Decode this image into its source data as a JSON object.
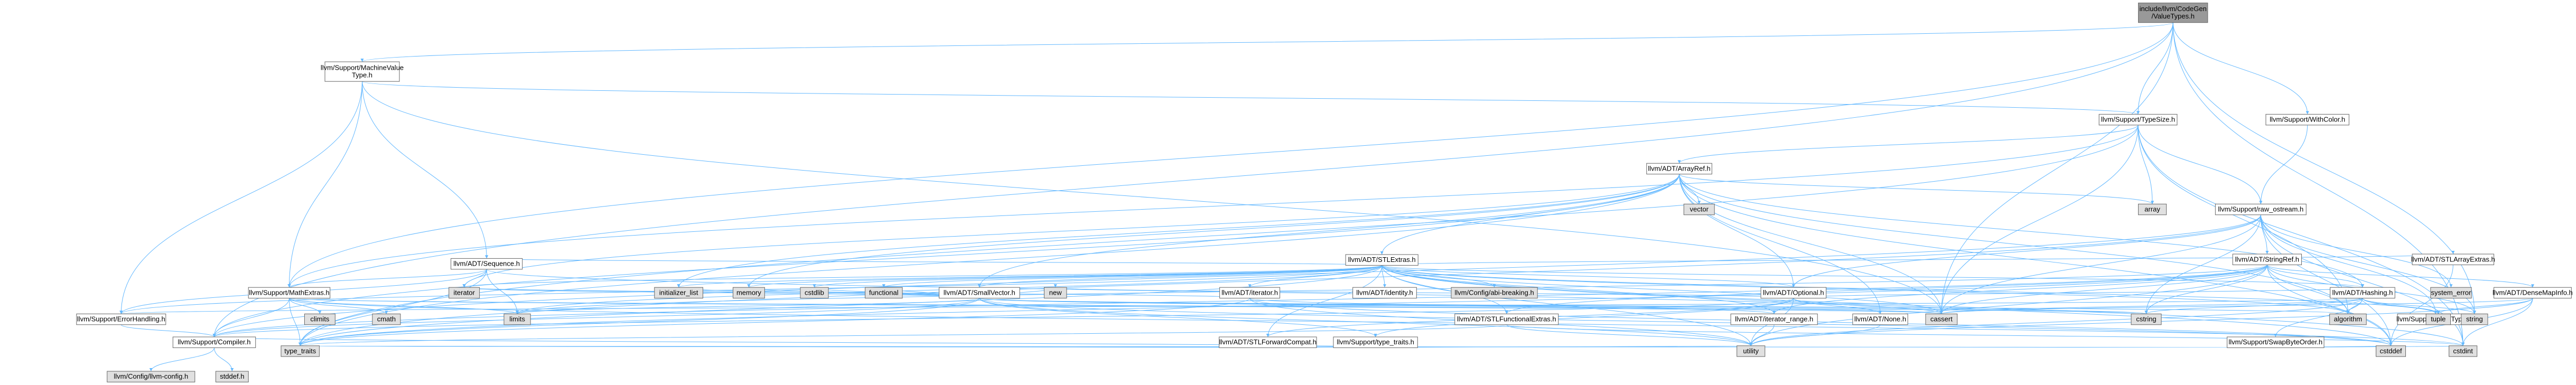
{
  "diagram": {
    "nodes": [
      {
        "id": "root",
        "lines": [
          "include/llvm/CodeGen",
          "/ValueTypes.h"
        ],
        "kind": "root"
      },
      {
        "id": "mvt",
        "lines": [
          "llvm/Support/MachineValue",
          "Type.h"
        ],
        "kind": "file"
      },
      {
        "id": "typesize",
        "lines": [
          "llvm/Support/TypeSize.h"
        ],
        "kind": "file"
      },
      {
        "id": "withcolor",
        "lines": [
          "llvm/Support/WithColor.h"
        ],
        "kind": "file"
      },
      {
        "id": "arrayref",
        "lines": [
          "llvm/ADT/ArrayRef.h"
        ],
        "kind": "file"
      },
      {
        "id": "vector",
        "lines": [
          "vector"
        ],
        "kind": "sys"
      },
      {
        "id": "array",
        "lines": [
          "array"
        ],
        "kind": "sys"
      },
      {
        "id": "rawostream",
        "lines": [
          "llvm/Support/raw_ostream.h"
        ],
        "kind": "file"
      },
      {
        "id": "stlextras",
        "lines": [
          "llvm/ADT/STLExtras.h"
        ],
        "kind": "file"
      },
      {
        "id": "sequence",
        "lines": [
          "llvm/ADT/Sequence.h"
        ],
        "kind": "file"
      },
      {
        "id": "smallvector",
        "lines": [
          "llvm/ADT/SmallVector.h"
        ],
        "kind": "file"
      },
      {
        "id": "iteratorh",
        "lines": [
          "llvm/ADT/iterator.h"
        ],
        "kind": "file"
      },
      {
        "id": "identity",
        "lines": [
          "llvm/ADT/identity.h"
        ],
        "kind": "file"
      },
      {
        "id": "abibreaking",
        "lines": [
          "llvm/Config/abi-breaking.h"
        ],
        "kind": "sys"
      },
      {
        "id": "optional",
        "lines": [
          "llvm/ADT/Optional.h"
        ],
        "kind": "file"
      },
      {
        "id": "stlarrayextras",
        "lines": [
          "llvm/ADT/STLArrayExtras.h"
        ],
        "kind": "file"
      },
      {
        "id": "stringref",
        "lines": [
          "llvm/ADT/StringRef.h"
        ],
        "kind": "file"
      },
      {
        "id": "systemerror",
        "lines": [
          "system_error"
        ],
        "kind": "sys"
      },
      {
        "id": "mathextras",
        "lines": [
          "llvm/Support/MathExtras.h"
        ],
        "kind": "file"
      },
      {
        "id": "iterator",
        "lines": [
          "iterator"
        ],
        "kind": "sys"
      },
      {
        "id": "initlist",
        "lines": [
          "initializer_list"
        ],
        "kind": "sys"
      },
      {
        "id": "memory",
        "lines": [
          "memory"
        ],
        "kind": "sys"
      },
      {
        "id": "cstdlib",
        "lines": [
          "cstdlib"
        ],
        "kind": "sys"
      },
      {
        "id": "functional",
        "lines": [
          "functional"
        ],
        "kind": "sys"
      },
      {
        "id": "new",
        "lines": [
          "new"
        ],
        "kind": "sys"
      },
      {
        "id": "stlfunc",
        "lines": [
          "llvm/ADT/STLFunctionalExtras.h"
        ],
        "kind": "file"
      },
      {
        "id": "iterrange",
        "lines": [
          "llvm/ADT/iterator_range.h"
        ],
        "kind": "file"
      },
      {
        "id": "noneh",
        "lines": [
          "llvm/ADT/None.h"
        ],
        "kind": "file"
      },
      {
        "id": "hashing",
        "lines": [
          "llvm/ADT/Hashing.h"
        ],
        "kind": "file"
      },
      {
        "id": "densemapinfo",
        "lines": [
          "llvm/ADT/DenseMapInfo.h"
        ],
        "kind": "file"
      },
      {
        "id": "errorhandling",
        "lines": [
          "llvm/Support/ErrorHandling.h"
        ],
        "kind": "file"
      },
      {
        "id": "climits",
        "lines": [
          "climits"
        ],
        "kind": "sys"
      },
      {
        "id": "cmath",
        "lines": [
          "cmath"
        ],
        "kind": "sys"
      },
      {
        "id": "limits",
        "lines": [
          "limits"
        ],
        "kind": "sys"
      },
      {
        "id": "stlforward",
        "lines": [
          "llvm/ADT/STLForwardCompat.h"
        ],
        "kind": "file"
      },
      {
        "id": "typetraitsh",
        "lines": [
          "llvm/Support/type_traits.h"
        ],
        "kind": "file"
      },
      {
        "id": "cassert",
        "lines": [
          "cassert"
        ],
        "kind": "sys"
      },
      {
        "id": "cstring",
        "lines": [
          "cstring"
        ],
        "kind": "sys"
      },
      {
        "id": "algorithm",
        "lines": [
          "algorithm"
        ],
        "kind": "sys"
      },
      {
        "id": "swapbyte",
        "lines": [
          "llvm/Support/SwapByteOrder.h"
        ],
        "kind": "file-red"
      },
      {
        "id": "datatypes",
        "lines": [
          "llvm/Support/DataTypes.h"
        ],
        "kind": "file-red"
      },
      {
        "id": "tuple",
        "lines": [
          "tuple"
        ],
        "kind": "sys"
      },
      {
        "id": "string",
        "lines": [
          "string"
        ],
        "kind": "sys"
      },
      {
        "id": "compiler",
        "lines": [
          "llvm/Support/Compiler.h"
        ],
        "kind": "file"
      },
      {
        "id": "typetraits",
        "lines": [
          "type_traits"
        ],
        "kind": "sys"
      },
      {
        "id": "utility",
        "lines": [
          "utility"
        ],
        "kind": "sys"
      },
      {
        "id": "cstddef",
        "lines": [
          "cstddef"
        ],
        "kind": "sys"
      },
      {
        "id": "cstdint",
        "lines": [
          "cstdint"
        ],
        "kind": "sys"
      },
      {
        "id": "llvmconfig",
        "lines": [
          "llvm/Config/llvm-config.h"
        ],
        "kind": "sys"
      },
      {
        "id": "stddef",
        "lines": [
          "stddef.h"
        ],
        "kind": "sys"
      }
    ],
    "edges": [
      [
        "root",
        "mvt"
      ],
      [
        "root",
        "typesize"
      ],
      [
        "root",
        "withcolor"
      ],
      [
        "root",
        "cassert"
      ],
      [
        "root",
        "cstdint"
      ],
      [
        "root",
        "string"
      ],
      [
        "root",
        "compiler"
      ],
      [
        "root",
        "mathextras"
      ],
      [
        "mvt",
        "sequence"
      ],
      [
        "mvt",
        "mathextras"
      ],
      [
        "mvt",
        "errorhandling"
      ],
      [
        "mvt",
        "typesize"
      ],
      [
        "mvt",
        "cassert"
      ],
      [
        "typesize",
        "arrayref"
      ],
      [
        "typesize",
        "mathextras"
      ],
      [
        "typesize",
        "rawostream"
      ],
      [
        "typesize",
        "algorithm"
      ],
      [
        "typesize",
        "array"
      ],
      [
        "typesize",
        "cassert"
      ],
      [
        "typesize",
        "cstdint"
      ],
      [
        "typesize",
        "typetraits"
      ],
      [
        "withcolor",
        "rawostream"
      ],
      [
        "arrayref",
        "stlextras"
      ],
      [
        "arrayref",
        "smallvector"
      ],
      [
        "arrayref",
        "compiler"
      ],
      [
        "arrayref",
        "vector"
      ],
      [
        "arrayref",
        "array"
      ],
      [
        "arrayref",
        "algorithm"
      ],
      [
        "arrayref",
        "cassert"
      ],
      [
        "arrayref",
        "cstddef"
      ],
      [
        "arrayref",
        "initlist"
      ],
      [
        "arrayref",
        "iterator"
      ],
      [
        "arrayref",
        "memory"
      ],
      [
        "arrayref",
        "typetraits"
      ],
      [
        "arrayref",
        "noneh"
      ],
      [
        "arrayref",
        "optional"
      ],
      [
        "arrayref",
        "hashing"
      ],
      [
        "rawostream",
        "stringref"
      ],
      [
        "rawostream",
        "compiler"
      ],
      [
        "rawostream",
        "dataty"
      ],
      [
        "rawostream",
        "cassert"
      ],
      [
        "rawostream",
        "cstddef"
      ],
      [
        "rawostream",
        "cstdint"
      ],
      [
        "rawostream",
        "cstring"
      ],
      [
        "rawostream",
        "string"
      ],
      [
        "rawostream",
        "systemerror"
      ],
      [
        "rawostream",
        "typetraits"
      ],
      [
        "rawostream",
        "optional"
      ],
      [
        "rawostream",
        "datatypes"
      ],
      [
        "stlextras",
        "sequence"
      ],
      [
        "stlextras",
        "smallvector"
      ],
      [
        "stlextras",
        "iteratorh"
      ],
      [
        "stlextras",
        "identity"
      ],
      [
        "stlextras",
        "abibreaking"
      ],
      [
        "stlextras",
        "optional"
      ],
      [
        "stlextras",
        "stlarrayextras"
      ],
      [
        "stlextras",
        "stlforward"
      ],
      [
        "stlextras",
        "stlfunc"
      ],
      [
        "stlextras",
        "iterrange"
      ],
      [
        "stlextras",
        "errorhandling"
      ],
      [
        "stlextras",
        "algorithm"
      ],
      [
        "stlextras",
        "cassert"
      ],
      [
        "stlextras",
        "cstddef"
      ],
      [
        "stlextras",
        "cstdint"
      ],
      [
        "stlextras",
        "cstdlib"
      ],
      [
        "stlextras",
        "functional"
      ],
      [
        "stlextras",
        "initlist"
      ],
      [
        "stlextras",
        "iterator"
      ],
      [
        "stlextras",
        "limits"
      ],
      [
        "stlextras",
        "memory"
      ],
      [
        "stlextras",
        "tuple"
      ],
      [
        "stlextras",
        "typetraits"
      ],
      [
        "stlextras",
        "utility"
      ],
      [
        "stlextras",
        "hashing"
      ],
      [
        "sequence",
        "mathextras"
      ],
      [
        "sequence",
        "cassert"
      ],
      [
        "sequence",
        "iterator"
      ],
      [
        "sequence",
        "limits"
      ],
      [
        "sequence",
        "typetraits"
      ],
      [
        "sequence",
        "errorhandling"
      ],
      [
        "smallvector",
        "compiler"
      ],
      [
        "smallvector",
        "typetraitsh"
      ],
      [
        "smallvector",
        "algorithm"
      ],
      [
        "smallvector",
        "cassert"
      ],
      [
        "smallvector",
        "cstddef"
      ],
      [
        "smallvector",
        "cstdlib"
      ],
      [
        "smallvector",
        "cstring"
      ],
      [
        "smallvector",
        "functional"
      ],
      [
        "smallvector",
        "initlist"
      ],
      [
        "smallvector",
        "iterator"
      ],
      [
        "smallvector",
        "limits"
      ],
      [
        "smallvector",
        "memory"
      ],
      [
        "smallvector",
        "new"
      ],
      [
        "smallvector",
        "typetraits"
      ],
      [
        "smallvector",
        "utility"
      ],
      [
        "iteratorh",
        "iterrange"
      ],
      [
        "iteratorh",
        "cstddef"
      ],
      [
        "iteratorh",
        "iterator"
      ],
      [
        "iteratorh",
        "typetraits"
      ],
      [
        "iteratorh",
        "utility"
      ],
      [
        "optional",
        "noneh"
      ],
      [
        "optional",
        "stlforward"
      ],
      [
        "optional",
        "compiler"
      ],
      [
        "optional",
        "typetraitsh"
      ],
      [
        "optional",
        "cassert"
      ],
      [
        "optional",
        "new"
      ],
      [
        "optional",
        "utility"
      ],
      [
        "optional",
        "hashing"
      ],
      [
        "stlarrayextras",
        "cstddef"
      ],
      [
        "stringref",
        "stlfunc"
      ],
      [
        "stringref",
        "iterrange"
      ],
      [
        "stringref",
        "compiler"
      ],
      [
        "stringref",
        "algorithm"
      ],
      [
        "stringref",
        "cassert"
      ],
      [
        "stringref",
        "cstddef"
      ],
      [
        "stringref",
        "cstring"
      ],
      [
        "stringref",
        "limits"
      ],
      [
        "stringref",
        "string"
      ],
      [
        "stringref",
        "typetraits"
      ],
      [
        "stringref",
        "utility"
      ],
      [
        "stringref",
        "densemapinfo"
      ],
      [
        "stringref",
        "hashing"
      ],
      [
        "mathextras",
        "compiler"
      ],
      [
        "mathextras",
        "cassert"
      ],
      [
        "mathextras",
        "climits"
      ],
      [
        "mathextras",
        "cmath"
      ],
      [
        "mathextras",
        "cstdint"
      ],
      [
        "mathextras",
        "cstring"
      ],
      [
        "mathextras",
        "limits"
      ],
      [
        "mathextras",
        "typetraits"
      ],
      [
        "stlfunc",
        "stlextras_none"
      ],
      [
        "stlfunc",
        "cstdint"
      ],
      [
        "stlfunc",
        "typetraits"
      ],
      [
        "stlfunc",
        "utility"
      ],
      [
        "iterrange",
        "utility"
      ],
      [
        "noneh",
        "utility"
      ],
      [
        "hashing",
        "errorhandling"
      ],
      [
        "hashing",
        "swapbyte"
      ],
      [
        "hashing",
        "datatypes"
      ],
      [
        "hashing",
        "algorithm"
      ],
      [
        "hashing",
        "cassert"
      ],
      [
        "hashing",
        "cstring"
      ],
      [
        "hashing",
        "string"
      ],
      [
        "hashing",
        "tuple"
      ],
      [
        "hashing",
        "utility"
      ],
      [
        "densemapinfo",
        "cassert"
      ],
      [
        "densemapinfo",
        "cstddef"
      ],
      [
        "densemapinfo",
        "cstdint"
      ],
      [
        "densemapinfo",
        "tuple"
      ],
      [
        "densemapinfo",
        "utility"
      ],
      [
        "errorhandling",
        "compiler"
      ],
      [
        "stlforward",
        "typetraits"
      ],
      [
        "typetraitsh",
        "compiler"
      ],
      [
        "typetraitsh",
        "typetraits"
      ],
      [
        "typetraitsh",
        "utility"
      ],
      [
        "swapbyte",
        "cstddef"
      ],
      [
        "swapbyte",
        "cstdint"
      ],
      [
        "swapbyte",
        "typetraits"
      ],
      [
        "compiler",
        "llvmconfig"
      ],
      [
        "compiler",
        "stddef"
      ]
    ]
  }
}
